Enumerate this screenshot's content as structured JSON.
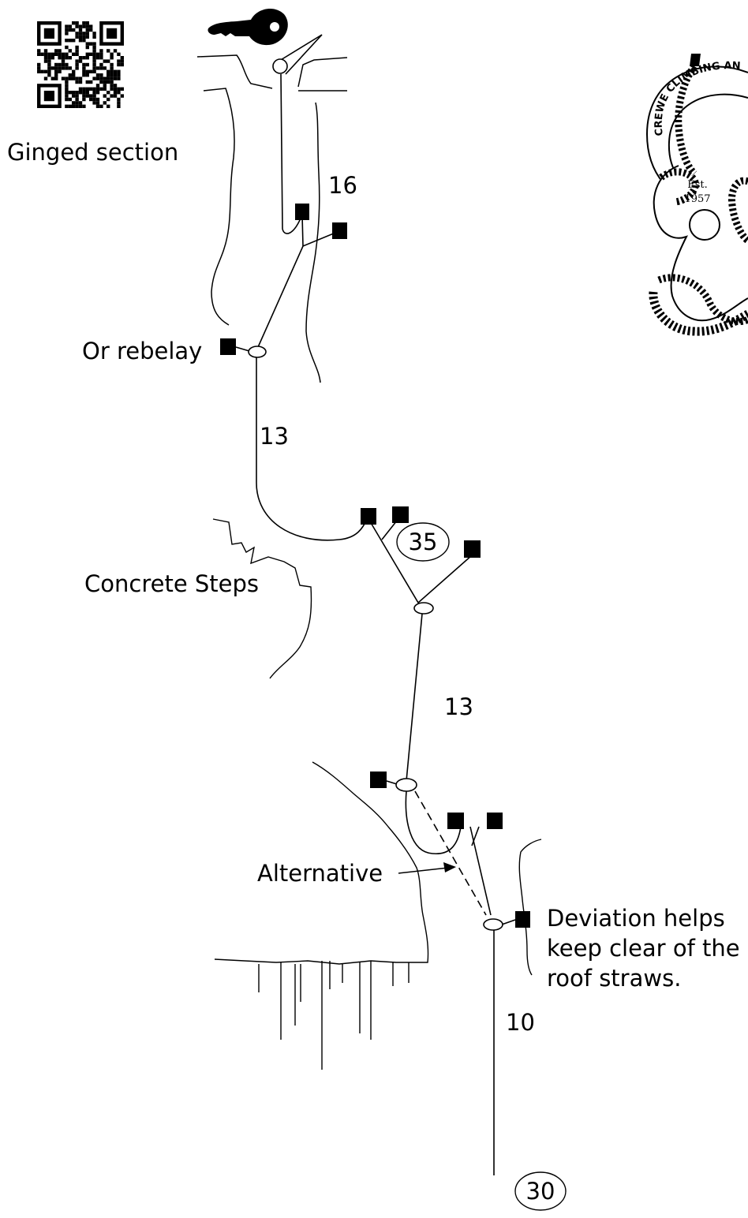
{
  "labels": {
    "ginged_section": "Ginged section",
    "or_rebelay": "Or rebelay",
    "concrete_steps": "Concrete Steps",
    "alternative": "Alternative",
    "deviation_line1": "Deviation helps",
    "deviation_line2": "keep clear of the",
    "deviation_line3": "roof straws."
  },
  "pitch_lengths": {
    "first": "16",
    "second": "13",
    "third": "13",
    "fourth": "10"
  },
  "rope_lengths": {
    "upper": "35",
    "lower": "30"
  },
  "logo": {
    "arc_text": "CREWE CLIMBING AND POTHOLING",
    "est_label": "Est.",
    "year": "1957"
  },
  "icons": [
    "key-icon",
    "qr-code-icon",
    "club-logo-icon",
    "anchor-bolt-icon"
  ],
  "colors": {
    "ink": "#000000",
    "background": "#ffffff"
  }
}
